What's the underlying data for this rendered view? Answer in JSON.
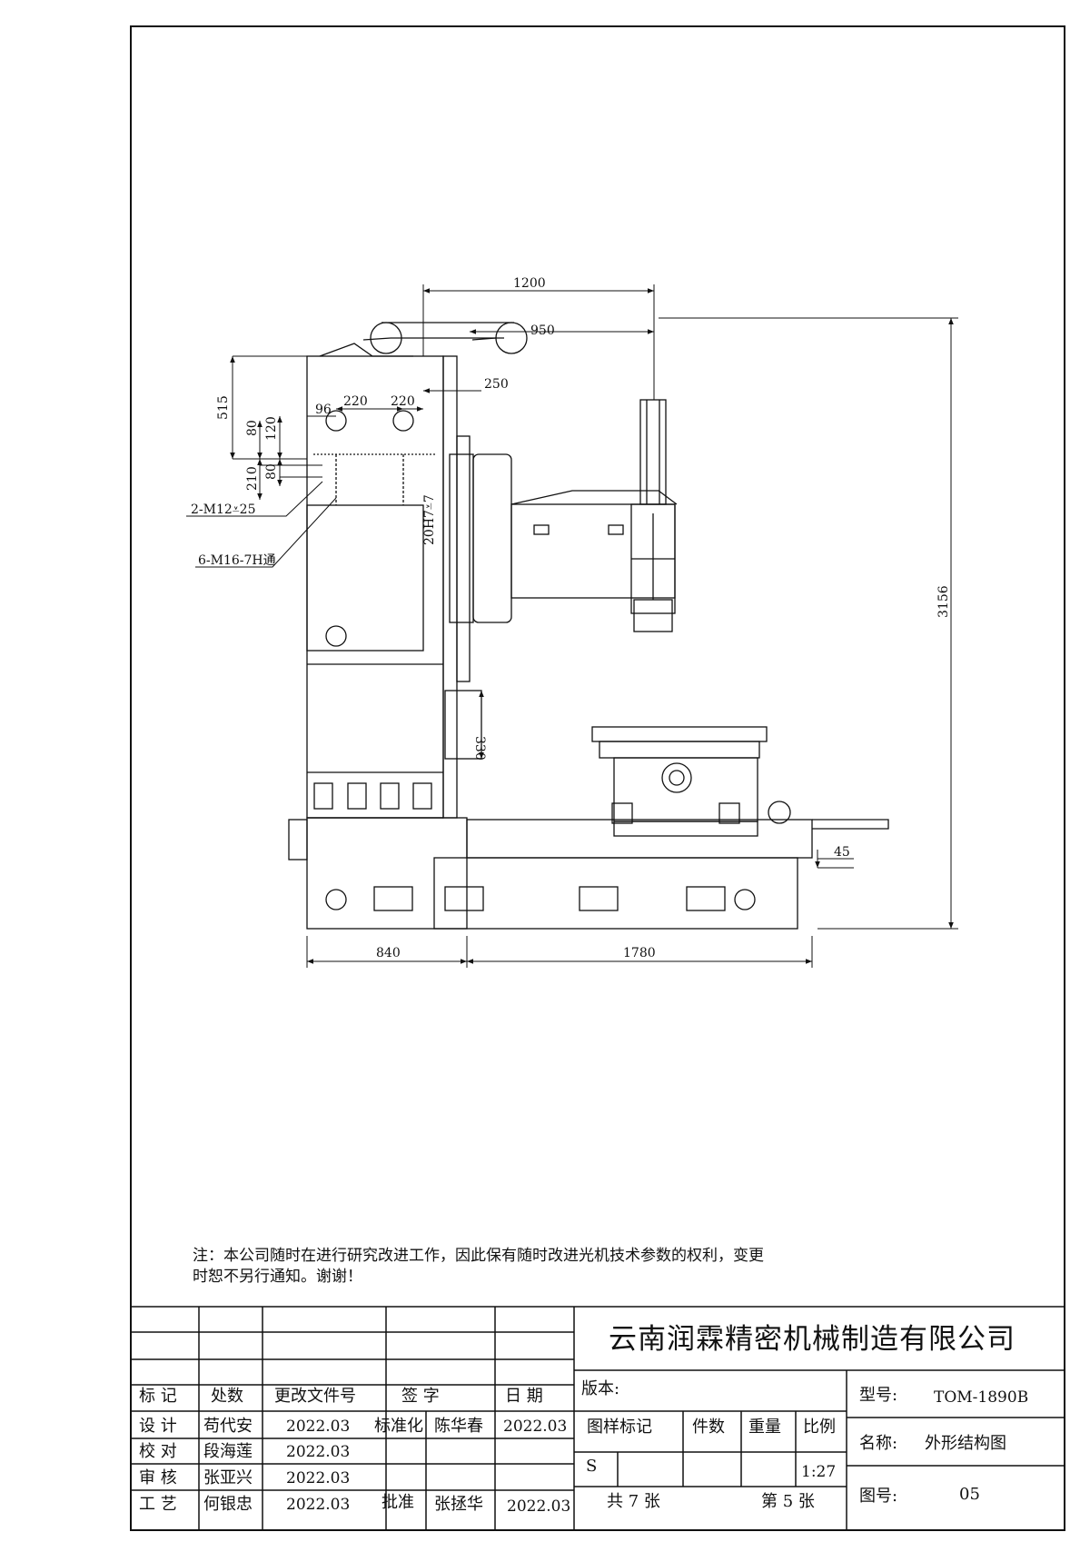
{
  "dimensions": {
    "d1200": "1200",
    "d950": "950",
    "d250": "250",
    "d515": "515",
    "d96": "96",
    "d220a": "220",
    "d220b": "220",
    "d80a": "80",
    "d120": "120",
    "d210": "210",
    "d80b": "80",
    "d20h7": "20H7⩡7",
    "d330": "330",
    "d3156": "3156",
    "d45": "45",
    "d840": "840",
    "d1780": "1780"
  },
  "callouts": {
    "m12": "2-M12⩡25",
    "m16": "6-M16-7H通"
  },
  "note": {
    "line1": "注：本公司随时在进行研究改进工作，因此保有随时改进光机技术参数的权利，变更",
    "line2": "时恕不另行通知。谢谢！"
  },
  "title_block": {
    "company": "云南润霖精密机械制造有限公司",
    "headers": {
      "mark": "标 记",
      "count": "处数",
      "doc": "更改文件号",
      "sign": "签 字",
      "date": "日 期"
    },
    "roles": {
      "design": "设 计",
      "check": "校 对",
      "review": "审 核",
      "process": "工 艺",
      "standard": "标准化",
      "approve": "批准"
    },
    "people": {
      "design": "苟代安",
      "check": "段海莲",
      "review": "张亚兴",
      "process": "何银忠",
      "standard": "陈华春",
      "approve": "张拯华"
    },
    "dates": {
      "design": "2022.03",
      "check": "2022.03",
      "review": "2022.03",
      "process": "2022.03",
      "standard": "2022.03",
      "approve": "2022.03"
    },
    "version_label": "版本:",
    "sample_mark": "图样标记",
    "pieces": "件数",
    "weight": "重量",
    "scale_label": "比例",
    "sample_value": "S",
    "scale_value": "1:27",
    "total_sheets": "共 7 张",
    "sheet_no": "第 5 张",
    "model_label": "型号:",
    "model_value": "TOM-1890B",
    "name_label": "名称:",
    "name_value": "外形结构图",
    "drawing_no_label": "图号:",
    "drawing_no_value": "05"
  }
}
